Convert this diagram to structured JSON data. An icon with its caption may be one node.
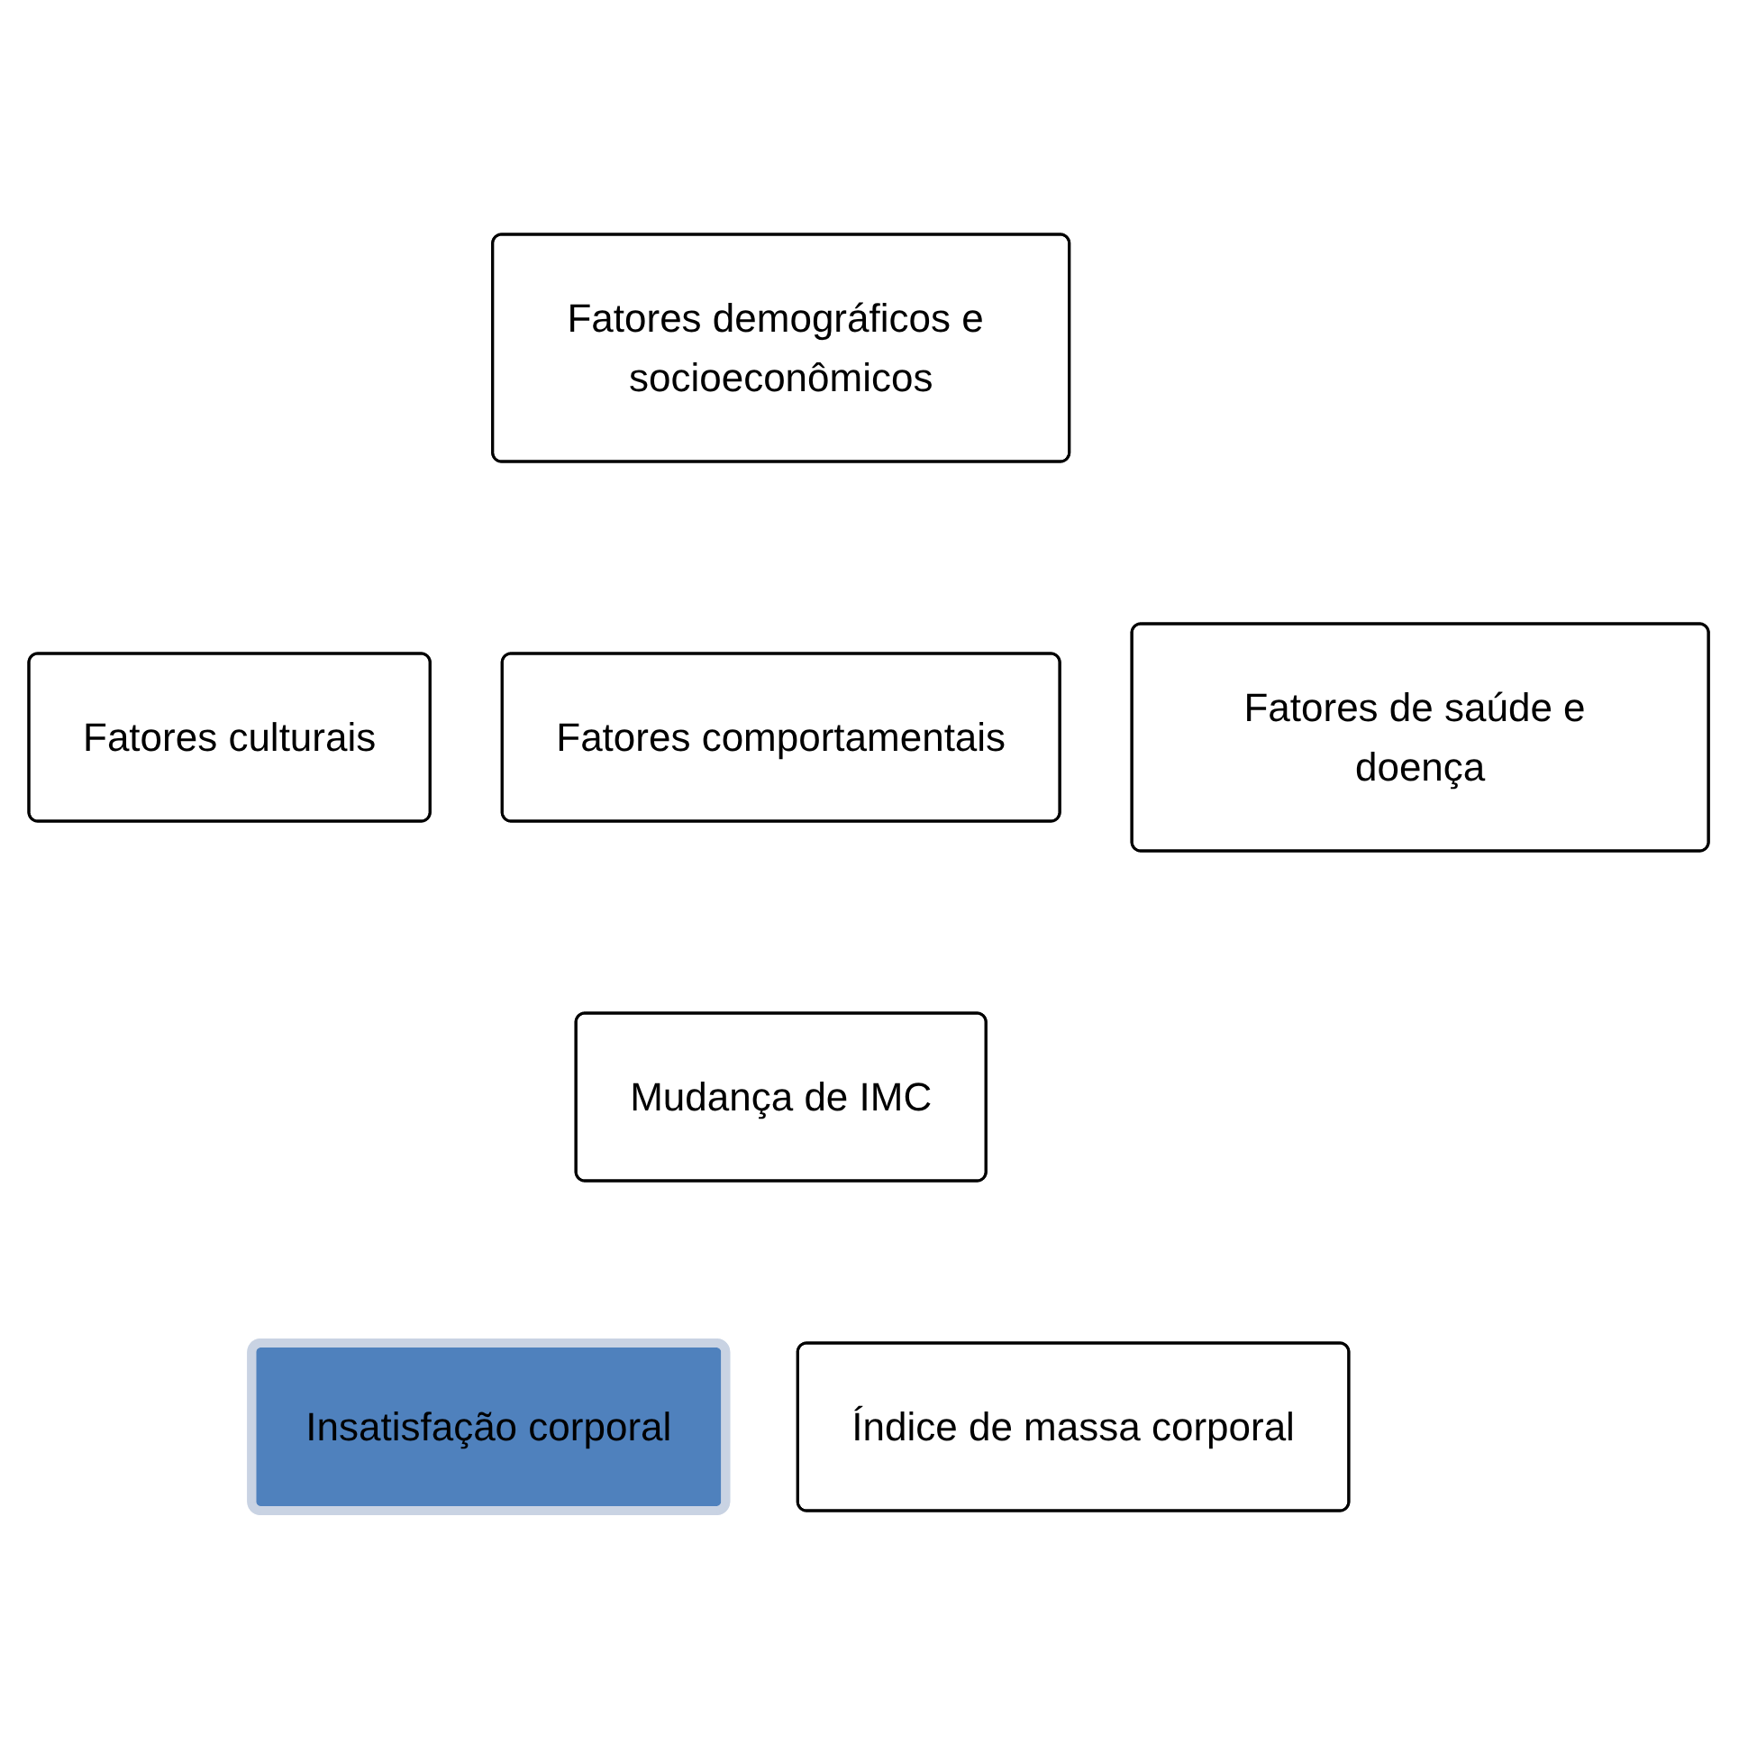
{
  "diagram": {
    "nodes": [
      {
        "text": [
          "Fatores demográficos e socioeconômicos"
        ]
      },
      {
        "text": [
          "Fatores culturais"
        ]
      },
      {
        "text": [
          "Fatores comportamentais"
        ]
      },
      {
        "text": [
          "Fatores de saúde e doença"
        ]
      },
      {
        "text": [
          "Mudança de IMC"
        ]
      },
      {
        "text": [
          "Insatisfação corporal"
        ]
      },
      {
        "text": [
          "Índice de massa corporal"
        ]
      }
    ]
  }
}
